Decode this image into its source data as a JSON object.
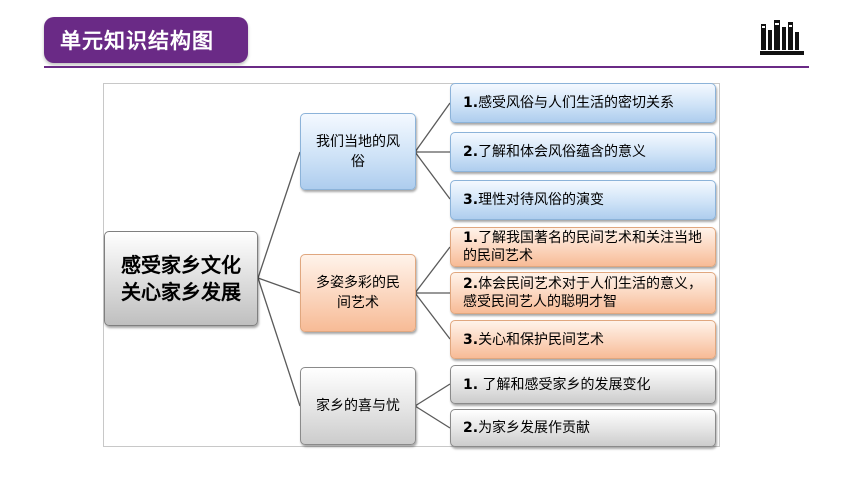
{
  "header": {
    "title": "单元知识结构图",
    "logo_icon": "books-on-shelf-icon",
    "accent_color": "#6a2a86"
  },
  "diagram": {
    "root": "感受家乡文化关心家乡发展",
    "branches": [
      {
        "label": "我们当地的风俗",
        "color": "blue",
        "leaves": [
          {
            "num": "1.",
            "text": "感受风俗与人们生活的密切关系"
          },
          {
            "num": "2.",
            "text": "了解和体会风俗蕴含的意义"
          },
          {
            "num": "3.",
            "text": "理性对待风俗的演变"
          }
        ]
      },
      {
        "label": "多姿多彩的民间艺术",
        "color": "orange",
        "leaves": [
          {
            "num": "1.",
            "text": "了解我国著名的民间艺术和关注当地的民间艺术"
          },
          {
            "num": "2.",
            "text": "体会民间艺术对于人们生活的意义，感受民间艺人的聪明才智"
          },
          {
            "num": "3.",
            "text": "关心和保护民间艺术"
          }
        ]
      },
      {
        "label": "家乡的喜与忧",
        "color": "gray",
        "leaves": [
          {
            "num": "1.",
            "text": " 了解和感受家乡的发展变化"
          },
          {
            "num": "2.",
            "text": "为家乡发展作贡献"
          }
        ]
      }
    ]
  }
}
